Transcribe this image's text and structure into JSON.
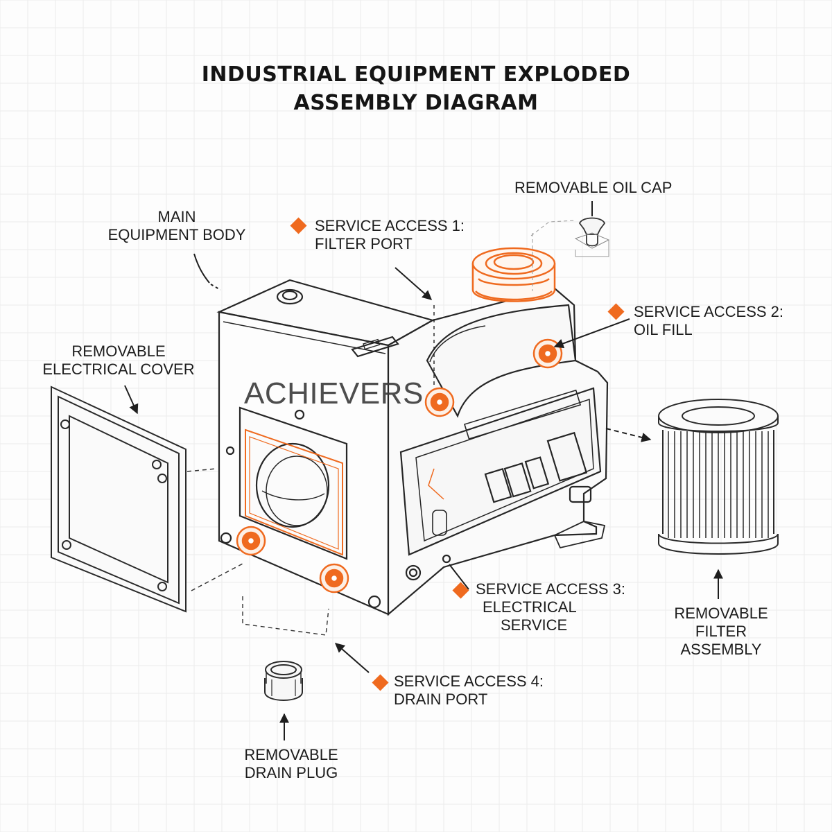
{
  "title": {
    "line1": "INDUSTRIAL EQUIPMENT EXPLODED",
    "line2": "ASSEMBLY DIAGRAM"
  },
  "colors": {
    "accent": "#ef6a1f",
    "line": "#2a2a2a",
    "grid": "#ececec"
  },
  "labels": {
    "main_body": [
      "MAIN",
      "EQUIPMENT BODY"
    ],
    "electrical_cover": [
      "REMOVABLE",
      "ELECTRICAL COVER"
    ],
    "oil_cap": [
      "REMOVABLE OIL CAP"
    ],
    "filter_assembly": [
      "REMOVABLE",
      "FILTER",
      "ASSEMBLY"
    ],
    "drain_plug": [
      "REMOVABLE",
      "DRAIN PLUG"
    ]
  },
  "service_access": [
    {
      "lines": [
        "SERVICE ACCESS 1:",
        "FILTER PORT"
      ]
    },
    {
      "lines": [
        "SERVICE ACCESS 2:",
        "OIL FILL"
      ]
    },
    {
      "lines": [
        "SERVICE ACCESS 3:",
        "ELECTRICAL",
        "SERVICE"
      ]
    },
    {
      "lines": [
        "SERVICE ACCESS 4:",
        "DRAIN PORT"
      ]
    }
  ],
  "watermark": "ACHIEVERS"
}
